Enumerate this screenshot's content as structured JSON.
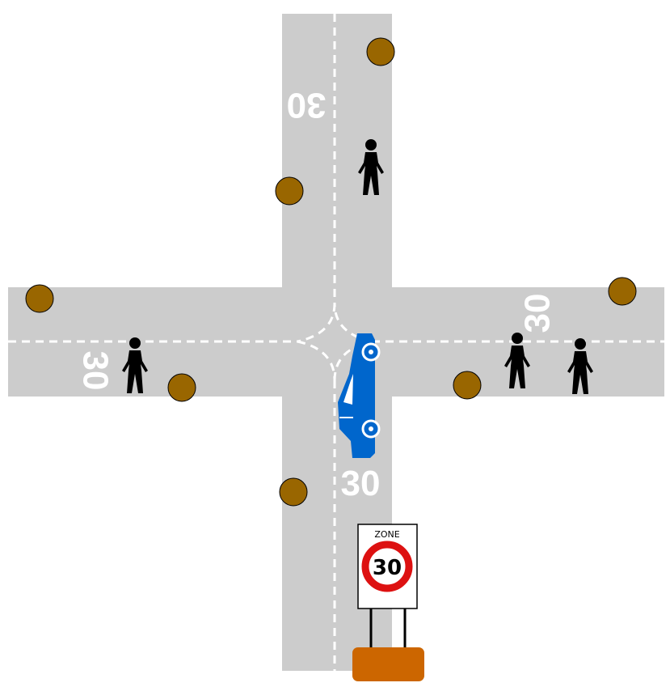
{
  "scene": {
    "road_color": "#cccccc",
    "marking_color": "#ffffff",
    "road_markings": [
      "30",
      "30",
      "30",
      "30"
    ],
    "pedestrians": [
      "pedestrian",
      "pedestrian",
      "pedestrian",
      "pedestrian"
    ],
    "pedestrian_color": "#000000",
    "trees": [
      "tree",
      "tree",
      "tree",
      "tree",
      "tree",
      "tree",
      "tree"
    ],
    "tree_color": "#996600",
    "car": {
      "icon": "car-icon",
      "color": "#0066cc"
    }
  },
  "sign": {
    "zone_text": "ZONE",
    "speed": "30",
    "ring_color": "#dd1111",
    "base_color": "#cc6600"
  }
}
